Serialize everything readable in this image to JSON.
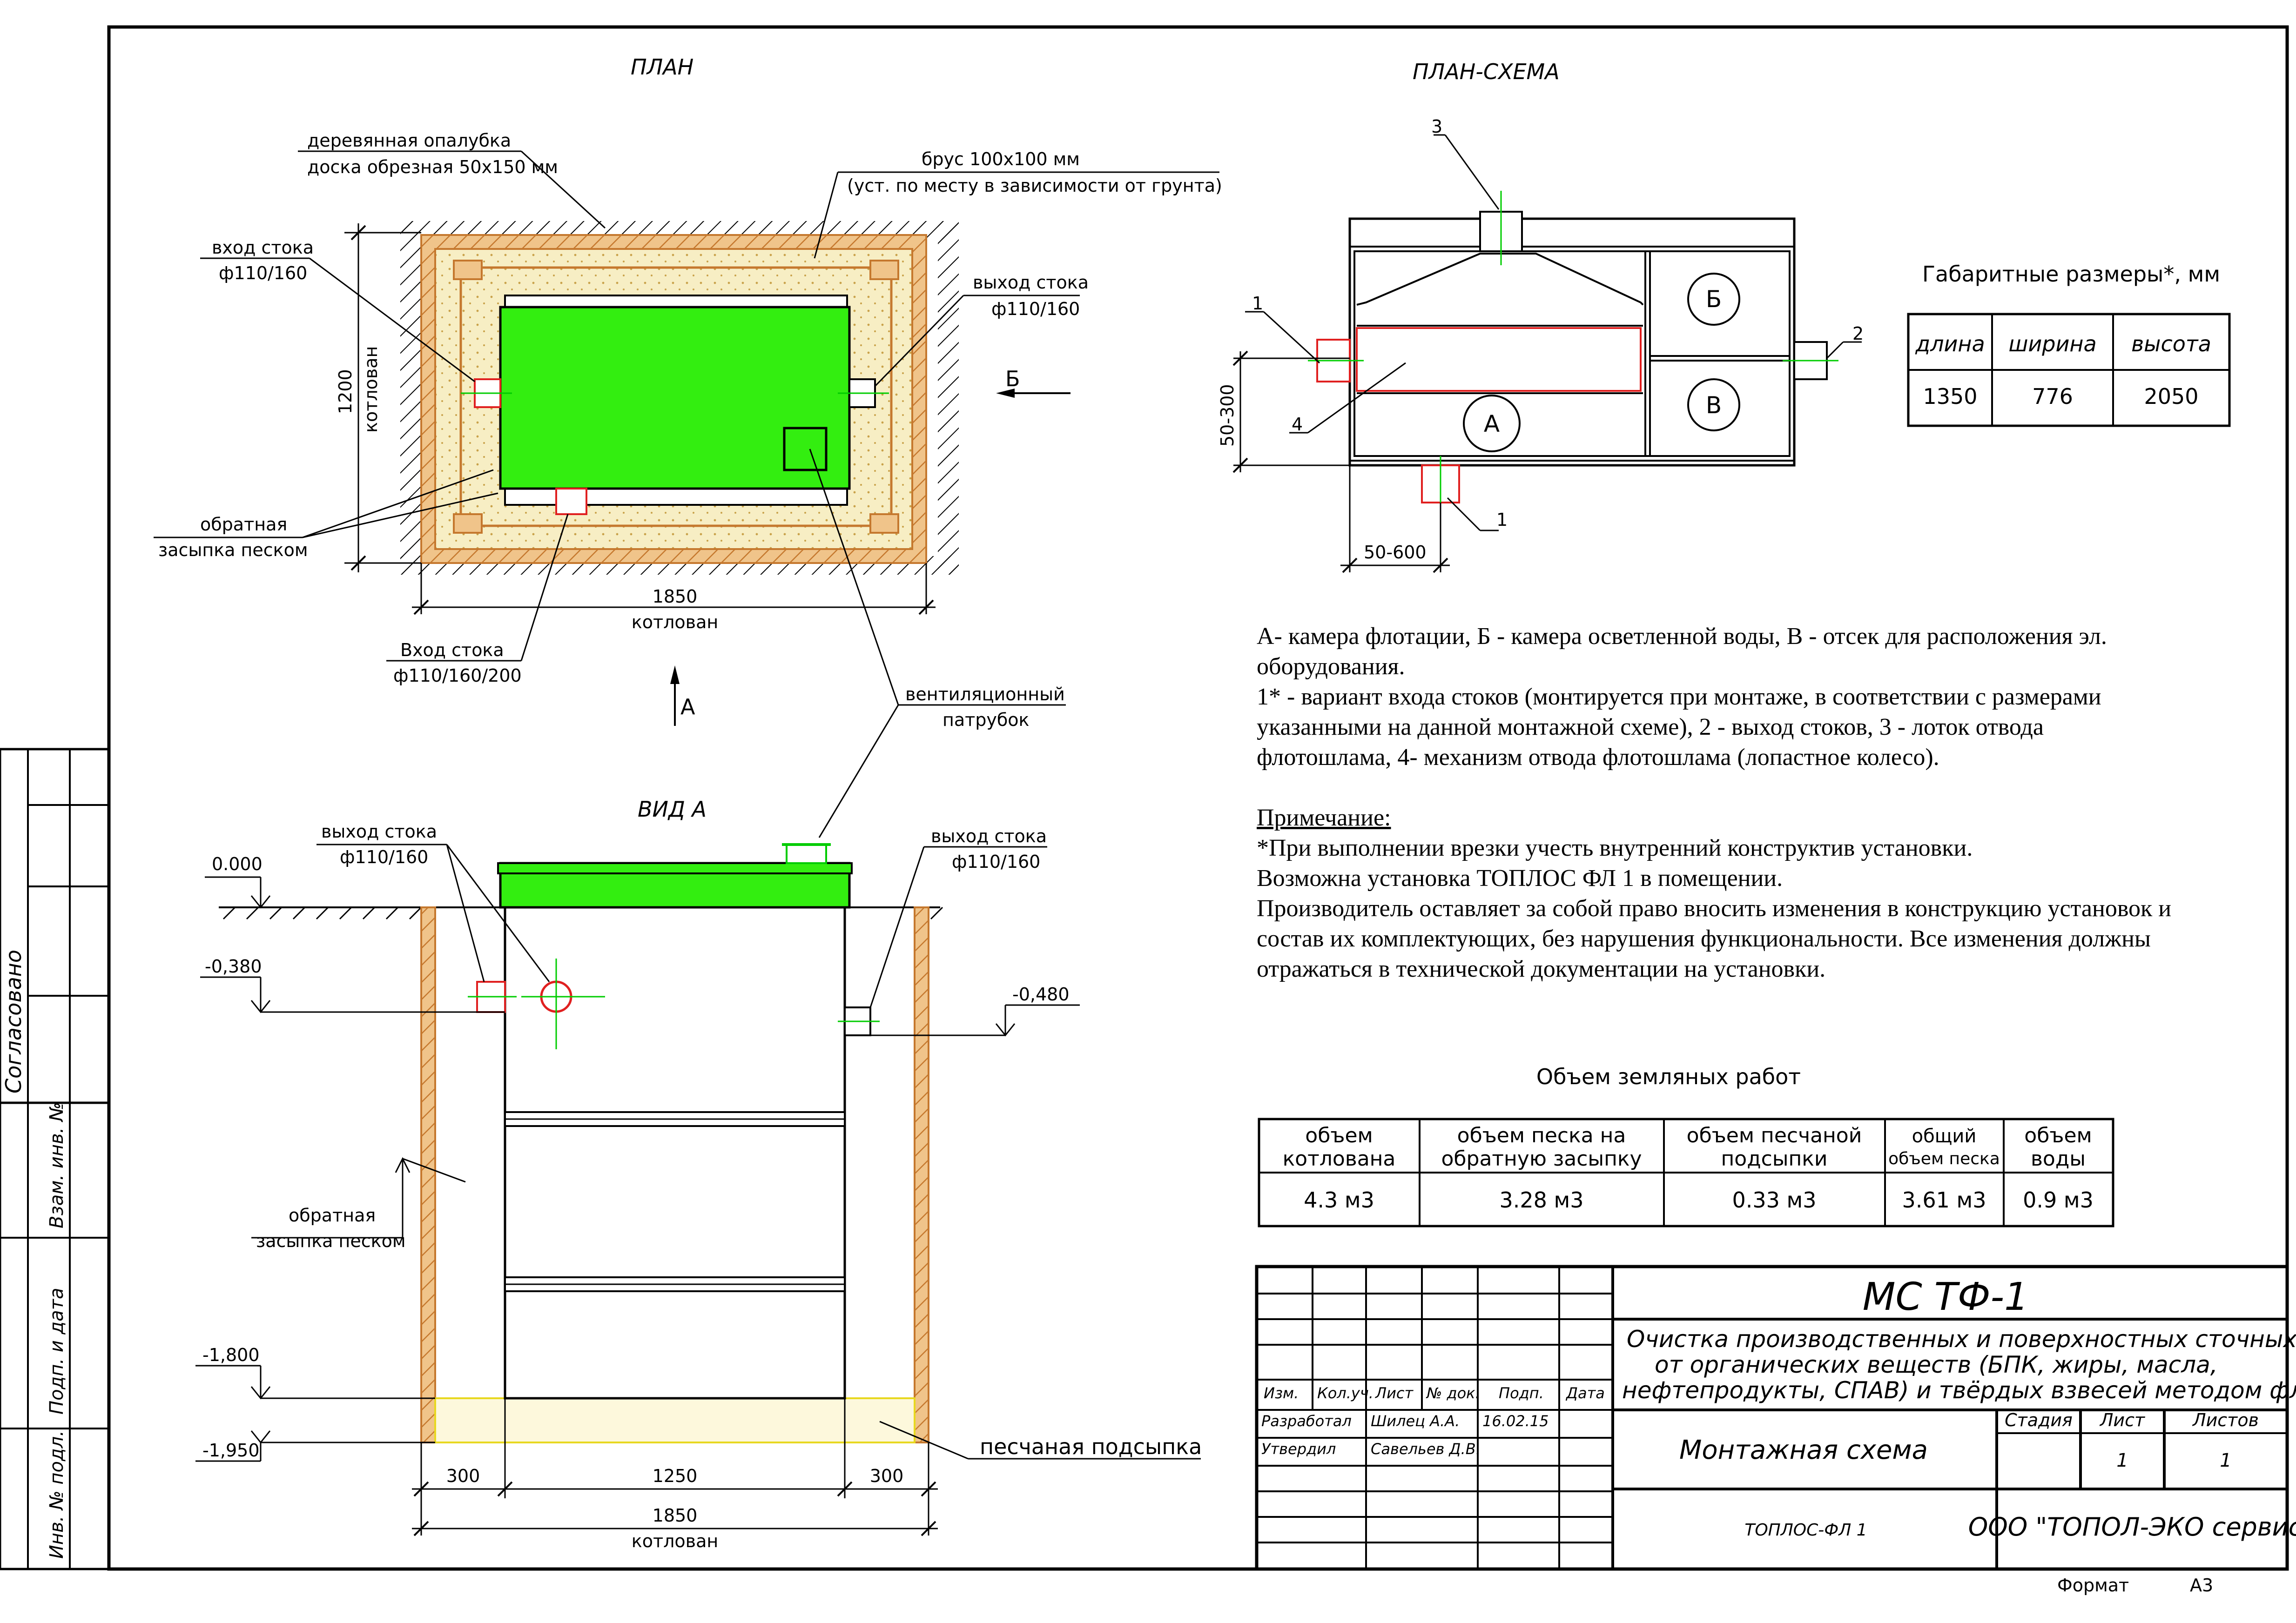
{
  "plan": {
    "title": "ПЛАН",
    "formwork_1": "деревянная опалубка",
    "formwork_2": "доска обрезная 50х150 мм",
    "beam_1": "брус 100х100 мм",
    "beam_2": "(уст. по месту в зависимости от грунта)",
    "inlet_left_1": "вход стока",
    "inlet_left_2": "ф110/160",
    "outlet_right_1": "выход стока",
    "outlet_right_2": "ф110/160",
    "pit_height": "1200",
    "pit_word": "котлован",
    "backfill_1": "обратная",
    "backfill_2": "засыпка песком",
    "pit_width": "1850",
    "inlet_bottom_1": "Вход стока",
    "inlet_bottom_2": "ф110/160/200",
    "view_a_arrow": "А",
    "view_b_arrow": "Б",
    "vent_1": "вентиляционный",
    "vent_2": "патрубок"
  },
  "scheme": {
    "title": "ПЛАН-СХЕМА",
    "callout_1": "1",
    "callout_2": "2",
    "callout_3": "3",
    "callout_4": "4",
    "callout_1b": "1",
    "chamber_a": "А",
    "chamber_b": "Б",
    "chamber_v": "В",
    "dim_vertical": "50-300",
    "dim_horizontal": "50-600"
  },
  "dims_table": {
    "title": "Габаритные размеры*, мм",
    "headers": [
      "длина",
      "ширина",
      "высота"
    ],
    "values": [
      "1350",
      "776",
      "2050"
    ]
  },
  "view_a": {
    "title": "ВИД А",
    "outlet_left_1": "выход стока",
    "outlet_left_2": "ф110/160",
    "outlet_right_1": "выход стока",
    "outlet_right_2": "ф110/160",
    "level_0": "0.000",
    "level_1": "-0,380",
    "level_2": "-0,480",
    "level_3": "-1,800",
    "level_4": "-1,950",
    "backfill_1": "обратная",
    "backfill_2": "засыпка песком",
    "sand_bed": "песчаная подсыпка",
    "dim_left": "300",
    "dim_mid": "1250",
    "dim_right": "300",
    "dim_total": "1850",
    "pit_word": "котлован"
  },
  "notes": {
    "line1": "А- камера флотации, Б - камера осветленной воды, В - отсек для расположения эл.",
    "line2": "оборудования.",
    "line3": "1* - вариант входа  стоков (монтируется при монтаже, в соответствии с размерами",
    "line4": "указанными на данной монтажной схеме), 2 - выход стоков, 3 - лоток отвода",
    "line5": "флотошлама, 4- механизм отвода флотошлама (лопастное колесо).",
    "note_title": "Примечание:",
    "line6": "*При выполнении врезки учесть внутренний конструктив установки.",
    "line7": "Возможна установка ТОПЛОС ФЛ 1 в помещении.",
    "line8": "Производитель оставляет за собой право вносить изменения в конструкцию установок и",
    "line9": "состав их комплектующих, без нарушения функциональности. Все изменения должны",
    "line10": "отражаться в технической документации на установки."
  },
  "earthworks": {
    "title": "Объем земляных работ",
    "h1a": "объем",
    "h1b": "котлована",
    "h2a": "объем песка на",
    "h2b": "обратную засыпку",
    "h3a": "объем песчаной",
    "h3b": "подсыпки",
    "h4a": "общий",
    "h4b": "объем песка",
    "h5a": "объем",
    "h5b": "воды",
    "values": [
      "4.3 м3",
      "3.28 м3",
      "0.33 м3",
      "3.61 м3",
      "0.9 м3"
    ]
  },
  "title_block": {
    "code": "МС ТФ-1",
    "desc1": "Очистка производственных и поверхностных сточных вод",
    "desc2": "от органических веществ (БПК, жиры, масла,",
    "desc3": "нефтепродукты, СПАВ) и твёрдых взвесей методом флотации",
    "col_izm": "Изм.",
    "col_kol": "Кол.уч.",
    "col_list": "Лист",
    "col_ndok": "№ док.",
    "col_podp": "Подп.",
    "col_data": "Дата",
    "row_razrab": "Разработал",
    "razrab_name": "Шилец А.А.",
    "razrab_date": "16.02.15",
    "row_utv": "Утвердил",
    "utv_name": "Савельев Д.В.",
    "doc_title": "Монтажная схема",
    "stadia": "Стадия",
    "list": "Лист",
    "listov": "Листов",
    "list_val": "1",
    "listov_val": "1",
    "product": "ТОПЛОС-ФЛ 1",
    "company": "ООО \"ТОПОЛ-ЭКО сервис\"",
    "format_label": "Формат",
    "format_val": "А3"
  },
  "side_stamp": {
    "agreed": "Согласовано",
    "vzam": "Взам. инв. №",
    "podp_data": "Подп. и дата",
    "inv": "Инв. № подл."
  },
  "colors": {
    "tank": "#33ee10",
    "formwork": "#d08a3a",
    "sand": "#f6e8b0",
    "red": "#e02020",
    "green_axis": "#00cc00",
    "yellow_line": "#e8d820"
  }
}
